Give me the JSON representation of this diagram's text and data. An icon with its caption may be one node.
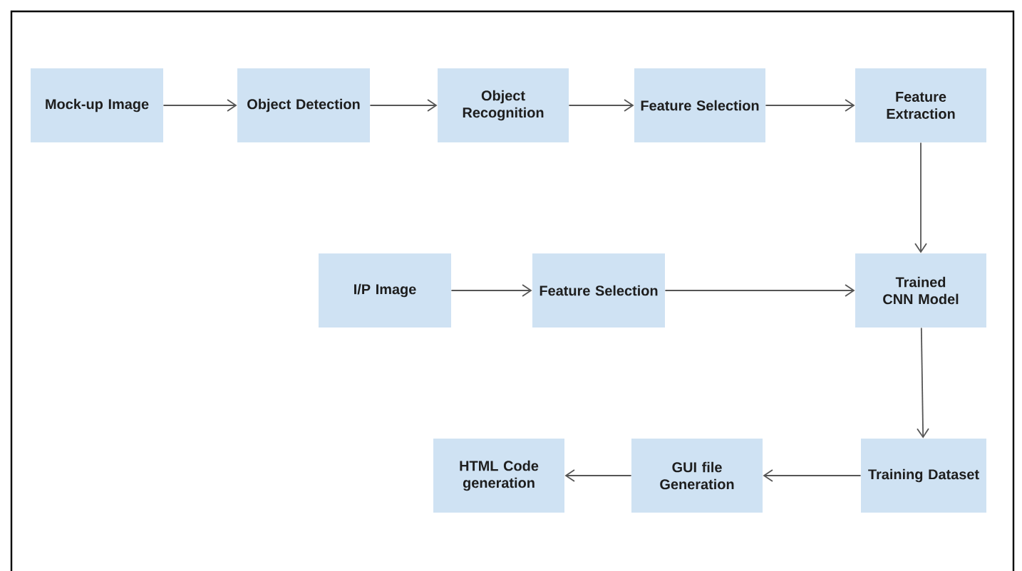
{
  "diagram": {
    "nodes": [
      {
        "text": [
          "Mock-up Image"
        ]
      },
      {
        "text": [
          "Object Detection"
        ]
      },
      {
        "text": [
          "Object Recognition"
        ]
      },
      {
        "text": [
          "Feature Selection"
        ]
      },
      {
        "text": [
          "Feature Extraction"
        ]
      },
      {
        "text": [
          "I/P Image"
        ]
      },
      {
        "text": [
          "Feature Selection"
        ]
      },
      {
        "text": [
          "Trained CNN Model"
        ]
      },
      {
        "text": [
          "Training Dataset"
        ]
      },
      {
        "text": [
          "GUI file Generation"
        ]
      },
      {
        "text": [
          "HTML Code generation"
        ]
      }
    ],
    "edges": [
      {
        "from": 0,
        "to": 1,
        "arrow": "to"
      },
      {
        "from": 1,
        "to": 2,
        "arrow": "to"
      },
      {
        "from": 2,
        "to": 3,
        "arrow": "to"
      },
      {
        "from": 3,
        "to": 4,
        "arrow": "to"
      },
      {
        "from": 4,
        "to": 7,
        "arrow": "to"
      },
      {
        "from": 5,
        "to": 6,
        "arrow": "to"
      },
      {
        "from": 6,
        "to": 7,
        "arrow": "to"
      },
      {
        "from": 7,
        "to": 8,
        "arrow": "to"
      },
      {
        "from": 8,
        "to": 9,
        "arrow": "to"
      },
      {
        "from": 9,
        "to": 10,
        "arrow": "to"
      }
    ]
  }
}
